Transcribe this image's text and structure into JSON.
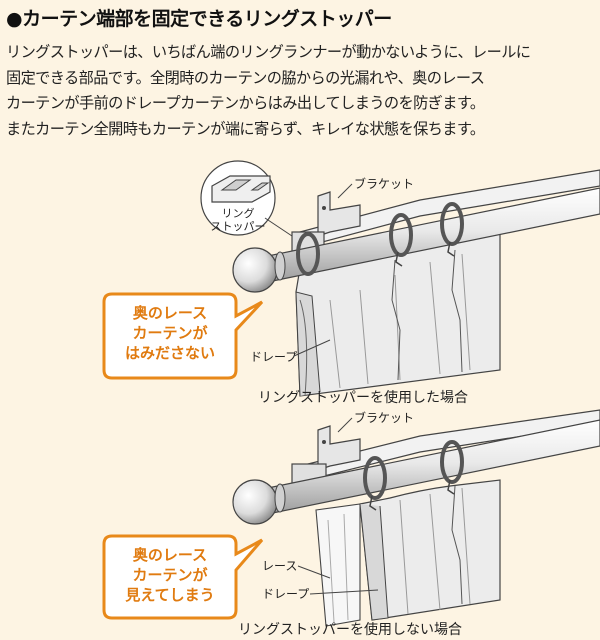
{
  "heading": "●カーテン端部を固定できるリングストッパー",
  "description": [
    "リングストッパーは、いちばん端のリングランナーが動かないように、レールに",
    "固定できる部品です。全閉時のカーテンの脇からの光漏れや、奥のレース",
    "カーテンが手前のドレープカーテンからはみ出してしまうのを防ぎます。",
    "またカーテン全開時もカーテンが端に寄らず、キレイな状態を保ちます。"
  ],
  "figure_top": {
    "ring_stopper_label": [
      "リング",
      "ストッパー"
    ],
    "bracket_label": "ブラケット",
    "drape_label": "ドレープ",
    "callout": [
      "奥のレース",
      "カーテンが",
      "はみださない"
    ],
    "caption": "リングストッパーを使用した場合"
  },
  "figure_bottom": {
    "bracket_label": "ブラケット",
    "lace_label": "レース",
    "drape_label": "ドレープ",
    "callout": [
      "奥のレース",
      "カーテンが",
      "見えてしまう"
    ],
    "caption": "リングストッパーを使用しない場合"
  },
  "colors": {
    "background": "#fdf4e3",
    "callout_border": "#e8891a",
    "callout_text": "#e07b10",
    "line": "#333333"
  }
}
